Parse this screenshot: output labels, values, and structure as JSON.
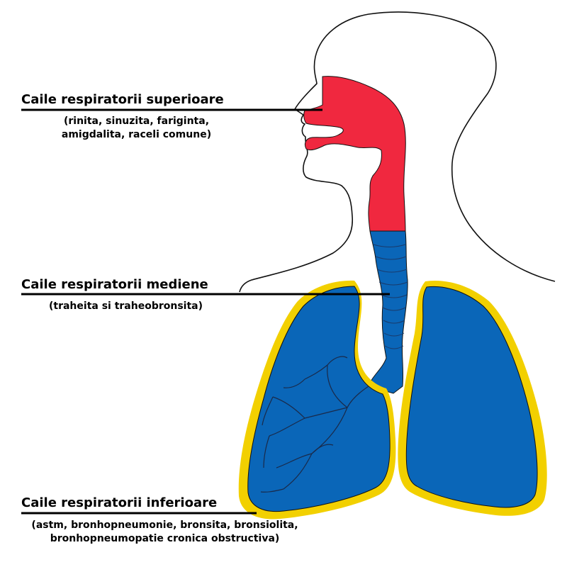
{
  "colors": {
    "upper_tract": "#f0283f",
    "middle_tract": "#0a66b8",
    "lungs": "#0a66b8",
    "pleura": "#f2d000",
    "outline": "#111111",
    "leader_line": "#000000"
  },
  "icons": {
    "head": "head-profile-outline",
    "lungs": "lungs-with-bronchi"
  },
  "labels": {
    "upper": {
      "title": "Caile respiratorii superioare",
      "note_line1": "(rinita, sinuzita, fariginta,",
      "note_line2": "amigdalita, raceli comune)"
    },
    "middle": {
      "title": "Caile respiratorii mediene",
      "note_line1": "(traheita si traheobronsita)"
    },
    "lower": {
      "title": "Caile respiratorii inferioare",
      "note_line1": "(astm, bronhopneumonie, bronsita, bronsiolita,",
      "note_line2": "bronhopneumopatie cronica obstructiva)"
    }
  }
}
